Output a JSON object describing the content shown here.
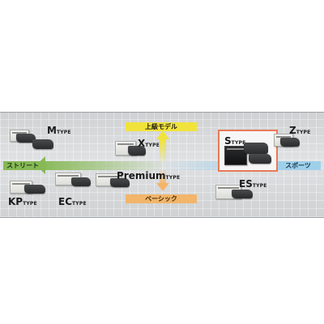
{
  "axis": {
    "top": "上級モデル",
    "bottom": "ベーシック",
    "left": "ストリート",
    "right": "スポーツ"
  },
  "products": [
    {
      "id": "m",
      "big": "M",
      "small": "TYPE"
    },
    {
      "id": "x",
      "big": "X",
      "small": "TYPE"
    },
    {
      "id": "s",
      "big": "S",
      "small": "TYPE"
    },
    {
      "id": "z",
      "big": "Z",
      "small": "TYPE"
    },
    {
      "id": "premium",
      "big": "Premium",
      "small": "TYPE"
    },
    {
      "id": "es",
      "big": "ES",
      "small": "TYPE"
    },
    {
      "id": "kp",
      "big": "KP",
      "small": "TYPE"
    },
    {
      "id": "ec",
      "big": "EC",
      "small": "TYPE"
    }
  ],
  "colors": {
    "top": "#f1e33b",
    "bottom": "#f2b56a",
    "left": "#86b955",
    "right": "#9fd0ea",
    "highlight": "#e77a57"
  }
}
